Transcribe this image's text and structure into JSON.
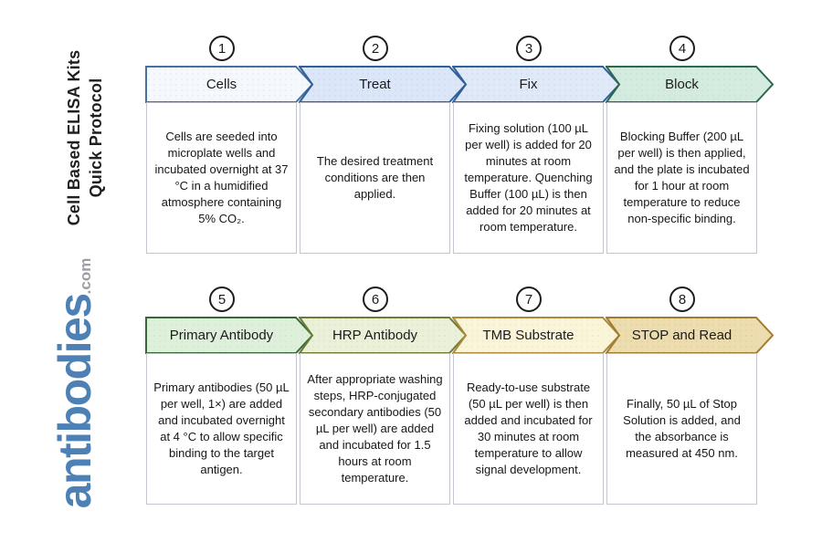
{
  "branding": {
    "title_line1": "Cell Based ELISA Kits",
    "title_line2": "Quick Protocol",
    "logo_text": "antibodies",
    "logo_suffix": ".com",
    "logo_color": "#4d81b5",
    "logo_suffix_color": "#9d9da3"
  },
  "style": {
    "box_border_color": "#c3c6ce",
    "circle_border_color": "#1e1e1e",
    "background": "#ffffff"
  },
  "steps": [
    {
      "number": "1",
      "label": "Cells",
      "fill": "#f5f9fd",
      "stroke": "#45709f",
      "description": "Cells are seeded into microplate wells and incubated overnight at 37 °C in a humidified atmosphere containing 5% CO₂."
    },
    {
      "number": "2",
      "label": "Treat",
      "fill": "#dbe6f8",
      "stroke": "#30609a",
      "description": "The desired treatment conditions are then applied."
    },
    {
      "number": "3",
      "label": "Fix",
      "fill": "#dfe9f7",
      "stroke": "#30609a",
      "description": "Fixing solution (100 µL per well) is added for 20 minutes at room temperature. Quenching Buffer (100 µL) is then added for 20 minutes at room temperature."
    },
    {
      "number": "4",
      "label": "Block",
      "fill": "#d4ecdf",
      "stroke": "#2e684d",
      "description": "Blocking Buffer (200 µL per well) is then applied, and the plate is incubated for 1 hour at room temperature to reduce non-specific binding."
    },
    {
      "number": "5",
      "label": "Primary Antibody",
      "fill": "#dff0da",
      "stroke": "#38683a",
      "description": "Primary antibodies (50 µL per well, 1×) are added and incubated overnight at 4 °C to allow specific binding to the target antigen."
    },
    {
      "number": "6",
      "label": "HRP Antibody",
      "fill": "#eaf1d8",
      "stroke": "#6e7c33",
      "description": "After appropriate washing steps, HRP-conjugated secondary antibodies (50 µL per well) are added and incubated for 1.5 hours at room temperature."
    },
    {
      "number": "7",
      "label": "TMB Substrate",
      "fill": "#faf5d8",
      "stroke": "#ab8a3e",
      "description": "Ready-to-use substrate (50 µL per well) is then added and incubated for 30 minutes at room temperature to allow signal development."
    },
    {
      "number": "8",
      "label": "STOP and Read",
      "fill": "#ecdcae",
      "stroke": "#a07c30",
      "description": "Finally, 50 µL of Stop Solution is added, and the absorbance is measured at 450 nm."
    }
  ]
}
